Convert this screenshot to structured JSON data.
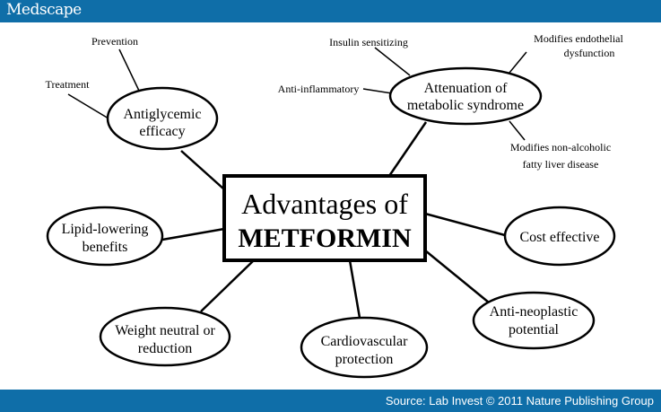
{
  "header": {
    "logo": "Medscape"
  },
  "footer": {
    "source": "Source: Lab Invest © 2011 Nature Publishing Group"
  },
  "diagram": {
    "center": {
      "line1": "Advantages of",
      "line2": "METFORMIN"
    },
    "antiglycemic": {
      "line1": "Antiglycemic",
      "line2": "efficacy",
      "leaves": [
        "Prevention",
        "Treatment"
      ]
    },
    "metabolic": {
      "line1": "Attenuation of",
      "line2": "metabolic syndrome",
      "leaves": {
        "insulin": "Insulin sensitizing",
        "inflammatory": "Anti-inflammatory",
        "endothelial1": "Modifies endothelial",
        "endothelial2": "dysfunction",
        "liver1": "Modifies non-alcoholic",
        "liver2": "fatty liver disease"
      }
    },
    "lipid": {
      "line1": "Lipid-lowering",
      "line2": "benefits"
    },
    "cost": {
      "line1": "Cost effective"
    },
    "neoplastic": {
      "line1": "Anti-neoplastic",
      "line2": "potential"
    },
    "cardio": {
      "line1": "Cardiovascular",
      "line2": "protection"
    },
    "weight": {
      "line1": "Weight neutral or",
      "line2": "reduction"
    }
  }
}
